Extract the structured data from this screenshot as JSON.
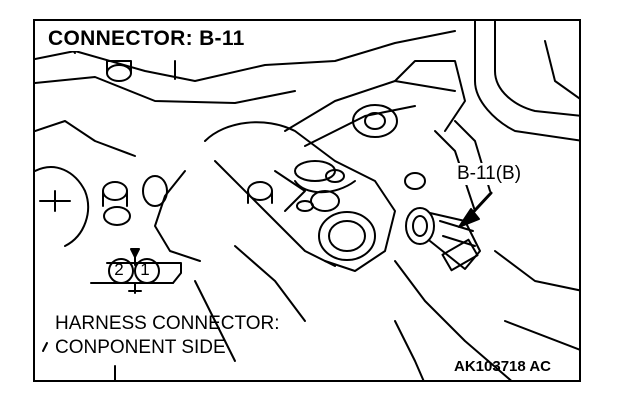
{
  "title": "CONNECTOR: B-11",
  "callout_label": "B-11(B)",
  "harness_label": {
    "line1": "HARNESS CONNECTOR:",
    "line2": "CONPONENT SIDE"
  },
  "pins": [
    "2",
    "1"
  ],
  "figure_code": "AK103718 AC"
}
